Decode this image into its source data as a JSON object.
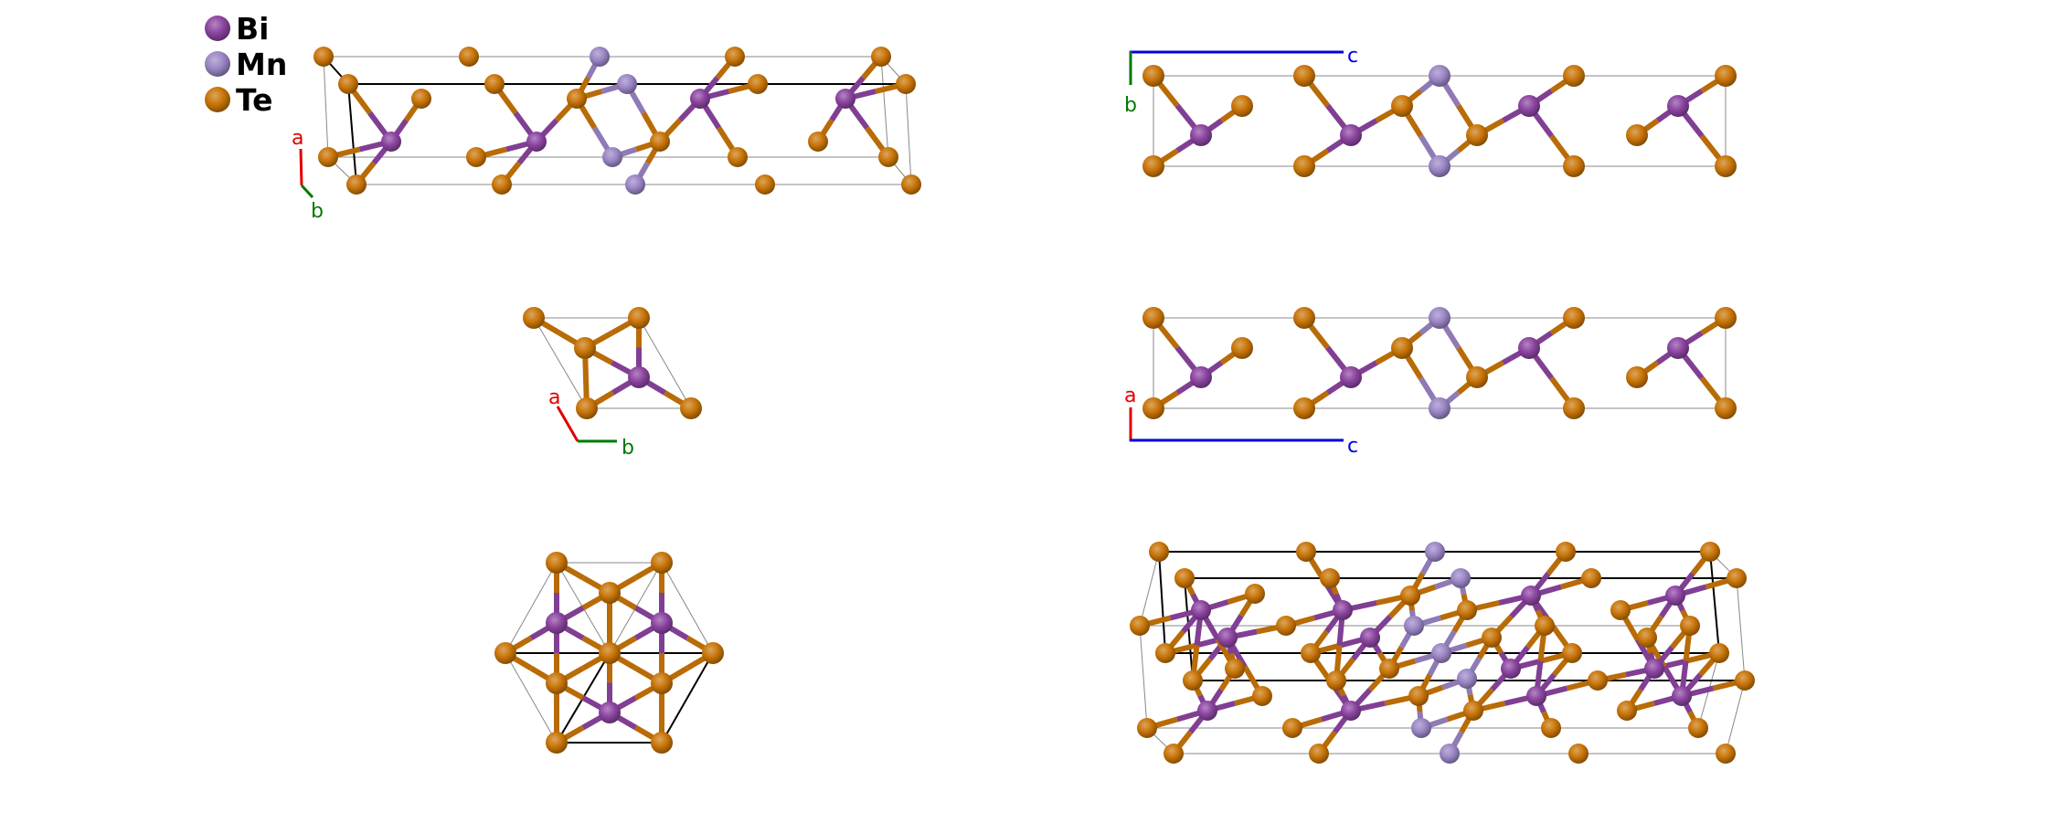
{
  "legend": [
    {
      "label": "Bi",
      "color": "#8b44a0"
    },
    {
      "label": "Mn",
      "color": "#9a85c4"
    },
    {
      "label": "Te",
      "color": "#c87407"
    }
  ],
  "colors": {
    "axis_a": "#e00000",
    "axis_b": "#007a00",
    "axis_c": "#0000e0",
    "cell_line": "#888888",
    "cell_line_dark": "#000000"
  },
  "panels": [
    {
      "name": "perspective-view-top",
      "axes": {
        "first": "a",
        "second": "b"
      }
    },
    {
      "name": "view-along-a",
      "axes": {
        "first": "b",
        "second": "c"
      }
    },
    {
      "name": "view-along-c",
      "axes": {
        "first": "a",
        "second": "b"
      }
    },
    {
      "name": "view-along-b",
      "axes": {
        "first": "a",
        "second": "c"
      }
    },
    {
      "name": "view-along-c-hexagonal"
    },
    {
      "name": "perspective-view-bottom"
    }
  ]
}
